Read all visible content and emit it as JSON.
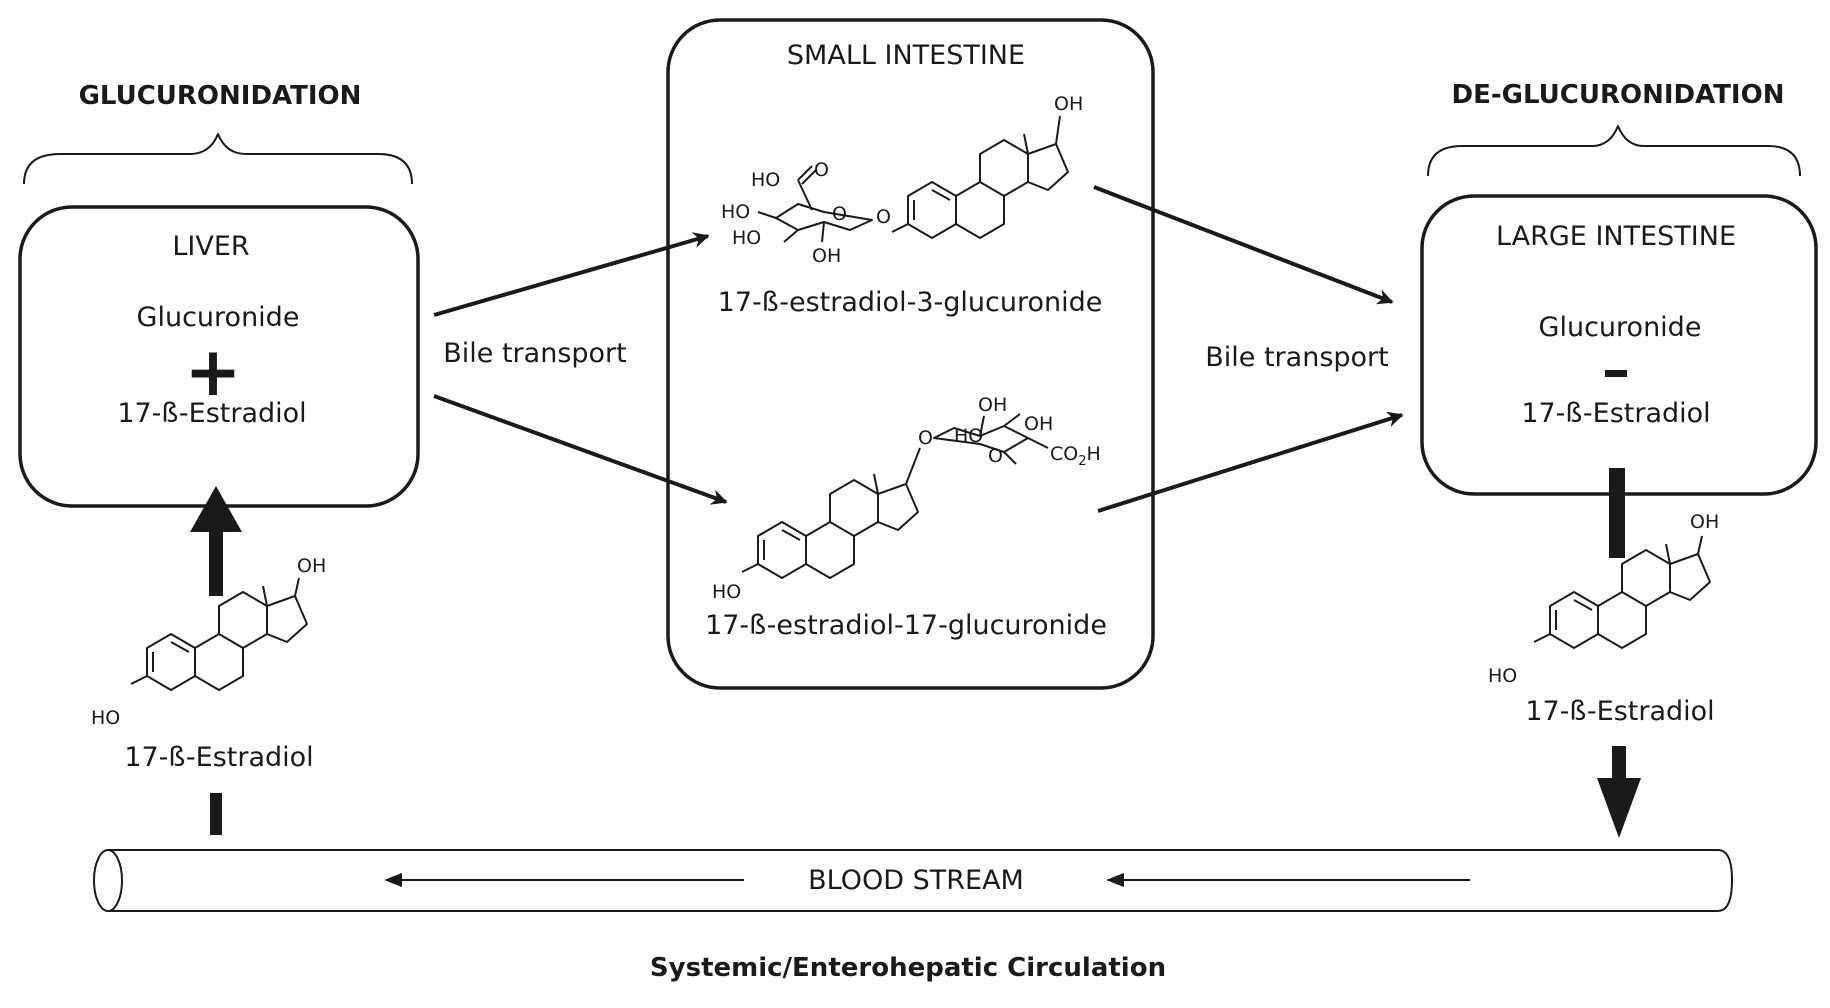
{
  "headings": {
    "left": "GLUCURONIDATION",
    "right": "DE-GLUCURONIDATION",
    "bottom": "Systemic/Enterohepatic Circulation"
  },
  "liver": {
    "title": "LIVER",
    "line1": "Glucuronide",
    "operator": "+",
    "line2": "17-ß-Estradiol"
  },
  "small_intestine": {
    "title": "SMALL INTESTINE",
    "compound_top": "17-ß-estradiol-3-glucuronide",
    "compound_bottom": "17-ß-estradiol-17-glucuronide"
  },
  "large_intestine": {
    "title": "LARGE INTESTINE",
    "line1": "Glucuronide",
    "operator": "-",
    "line2": "17-ß-Estradiol"
  },
  "transport": {
    "left": "Bile transport",
    "right": "Bile transport"
  },
  "blood_stream": {
    "label": "BLOOD STREAM"
  },
  "free_estradiol": {
    "left": "17-ß-Estradiol",
    "right": "17-ß-Estradiol"
  },
  "atom_labels": {
    "oh": "OH",
    "ho": "HO",
    "o": "O",
    "co2h": "CO",
    "co2h_sub": "2",
    "co2h_end": "H"
  }
}
